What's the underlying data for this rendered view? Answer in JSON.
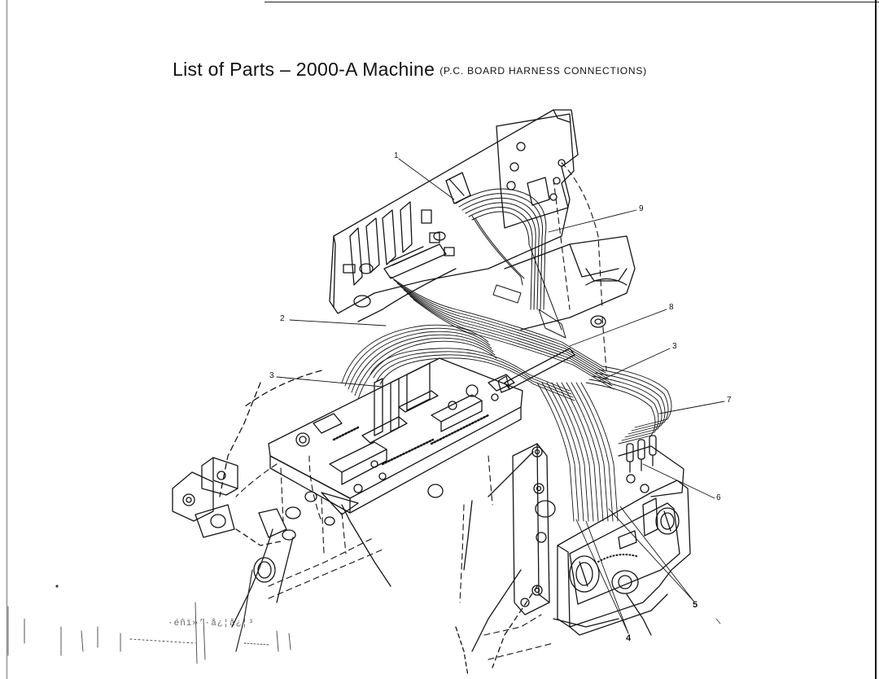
{
  "title": {
    "main": "List of Parts – 2000-A Machine",
    "sub": "(P.C. BOARD HARNESS CONNECTIONS)"
  },
  "callouts": [
    {
      "id": "1",
      "label": "1"
    },
    {
      "id": "9",
      "label": "9"
    },
    {
      "id": "8",
      "label": "8"
    },
    {
      "id": "2",
      "label": "2"
    },
    {
      "id": "3a",
      "label": "3"
    },
    {
      "id": "3b",
      "label": "3"
    },
    {
      "id": "7",
      "label": "7"
    },
    {
      "id": "6",
      "label": "6"
    },
    {
      "id": "5",
      "label": "5"
    },
    {
      "id": "4",
      "label": "4"
    }
  ],
  "stamp": "·éñï»’·å¿¦å¿¦³"
}
